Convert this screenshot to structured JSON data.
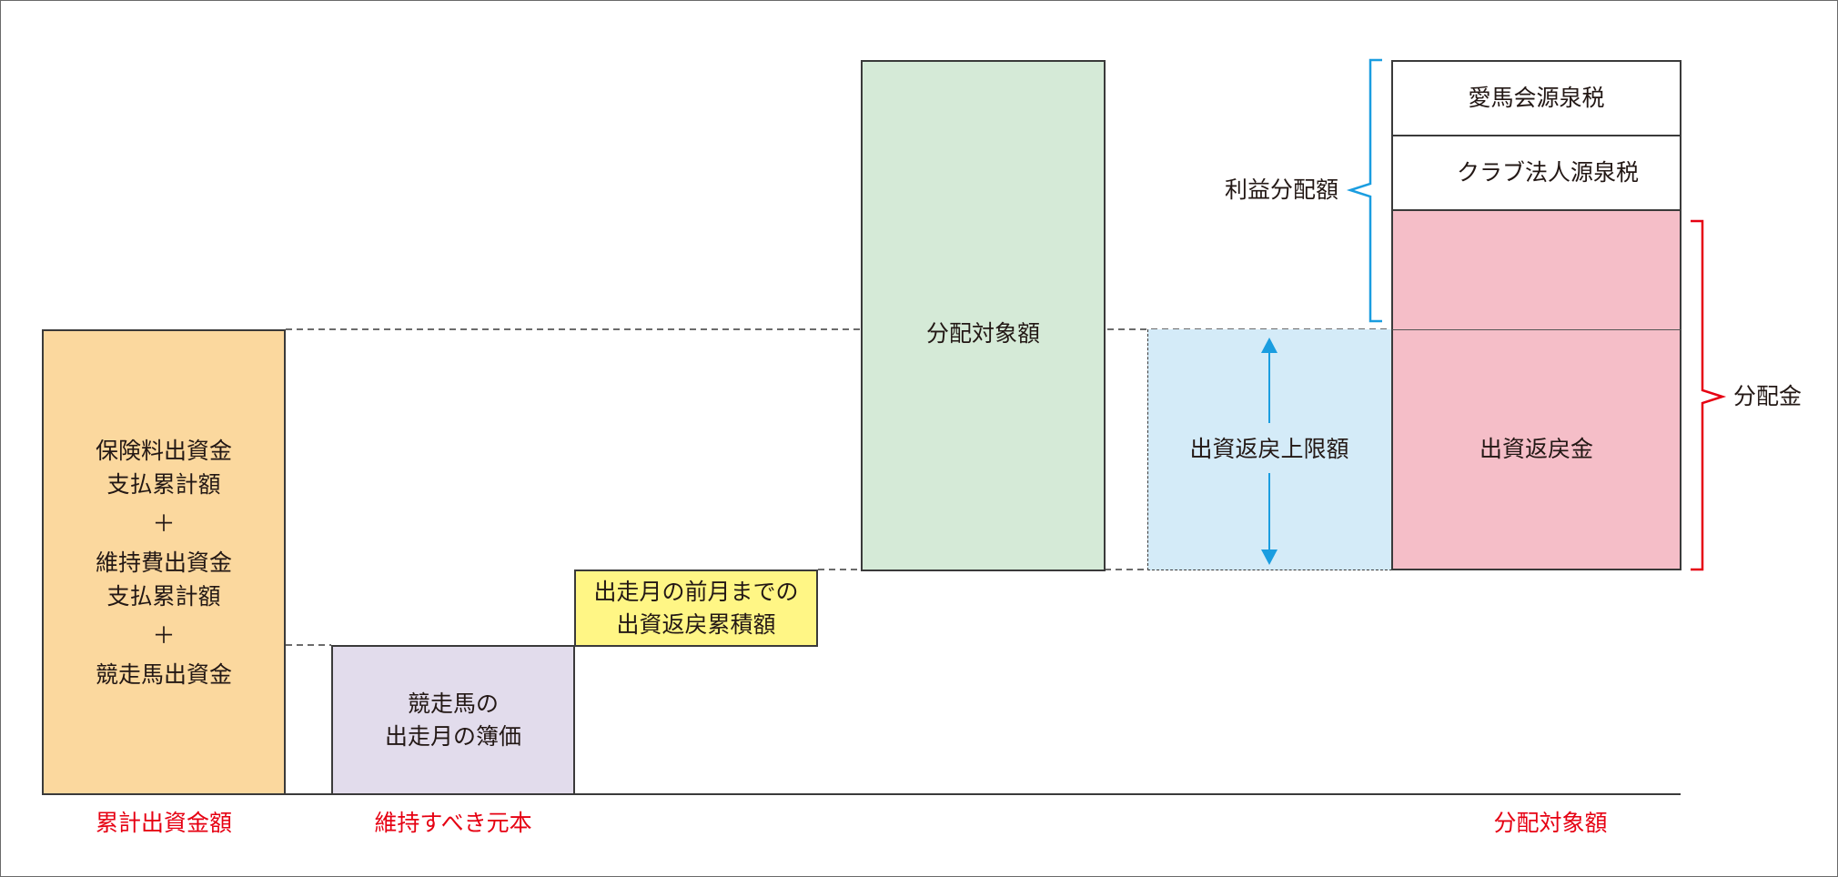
{
  "colors": {
    "orange": "#fbd89e",
    "purple": "#e2dcec",
    "yellow": "#fff685",
    "green": "#d5ead7",
    "pink": "#f5bec8",
    "light_blue": "#d4ebf8",
    "red": "#e60012",
    "blue": "#1a9de0"
  },
  "cumulative_box": {
    "lines": [
      "保険料出資金",
      "支払累計額",
      "＋",
      "維持費出資金",
      "支払累計額",
      "＋",
      "競走馬出資金"
    ]
  },
  "book_value_box": {
    "lines": [
      "競走馬の",
      "出走月の簿価"
    ]
  },
  "accumulated_box": {
    "lines": [
      "出走月の前月までの",
      "出資返戻累積額"
    ]
  },
  "distribution_target_box": {
    "label": "分配対象額"
  },
  "return_limit_box": {
    "label": "出資返戻上限額"
  },
  "stack": {
    "tax1": "愛馬会源泉税",
    "tax2": "クラブ法人源泉税",
    "refund": "出資返戻金"
  },
  "brace_labels": {
    "profit": "利益分配額",
    "distribution": "分配金"
  },
  "bottom_labels": {
    "cumulative": "累計出資金額",
    "principal": "維持すべき元本",
    "target": "分配対象額"
  }
}
